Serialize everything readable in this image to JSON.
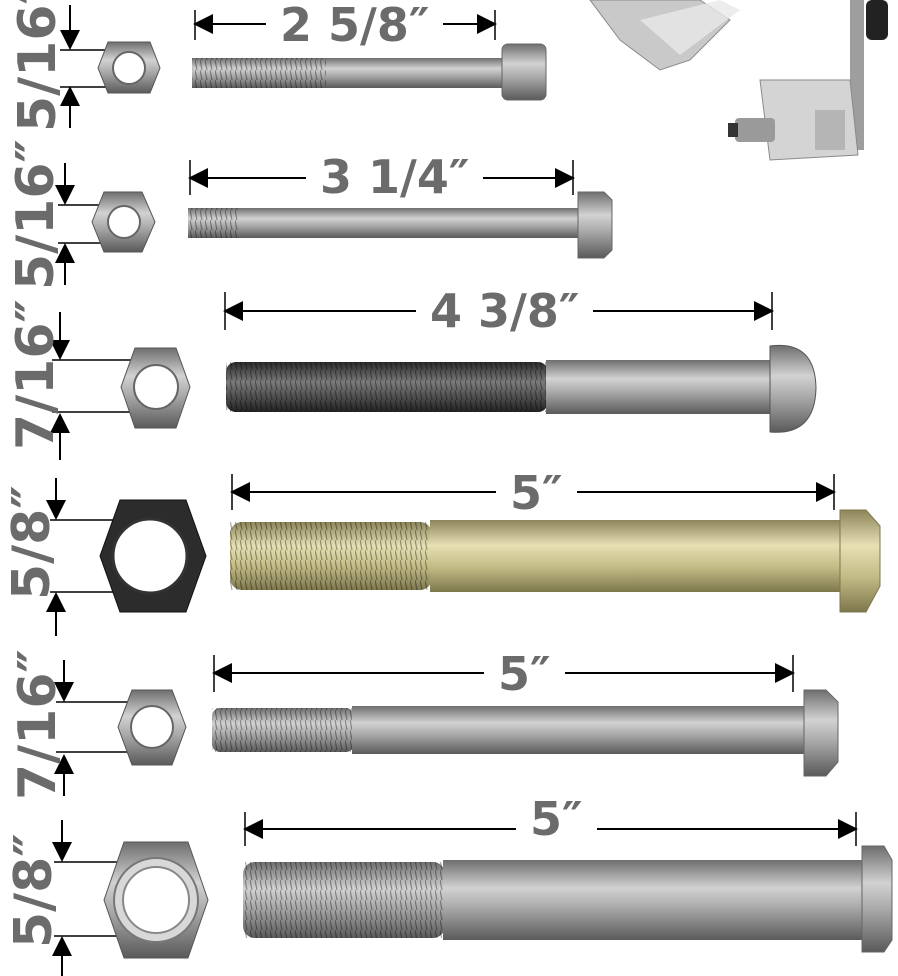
{
  "bolts": [
    {
      "diameter": "5/16″",
      "length": "2 5/8″"
    },
    {
      "diameter": "5/16″",
      "length": "3 1/4″"
    },
    {
      "diameter": "7/16″",
      "length": "4 3/8″"
    },
    {
      "diameter": "5/8″",
      "length": "5″"
    },
    {
      "diameter": "7/16″",
      "length": "5″"
    },
    {
      "diameter": "5/8″",
      "length": "5″"
    }
  ],
  "colors": {
    "label_gray": "#6b6b6b",
    "steel": "#9a9a9a",
    "dark_steel": "#3a3a3a",
    "yellow_zinc": "#c9c08a"
  }
}
